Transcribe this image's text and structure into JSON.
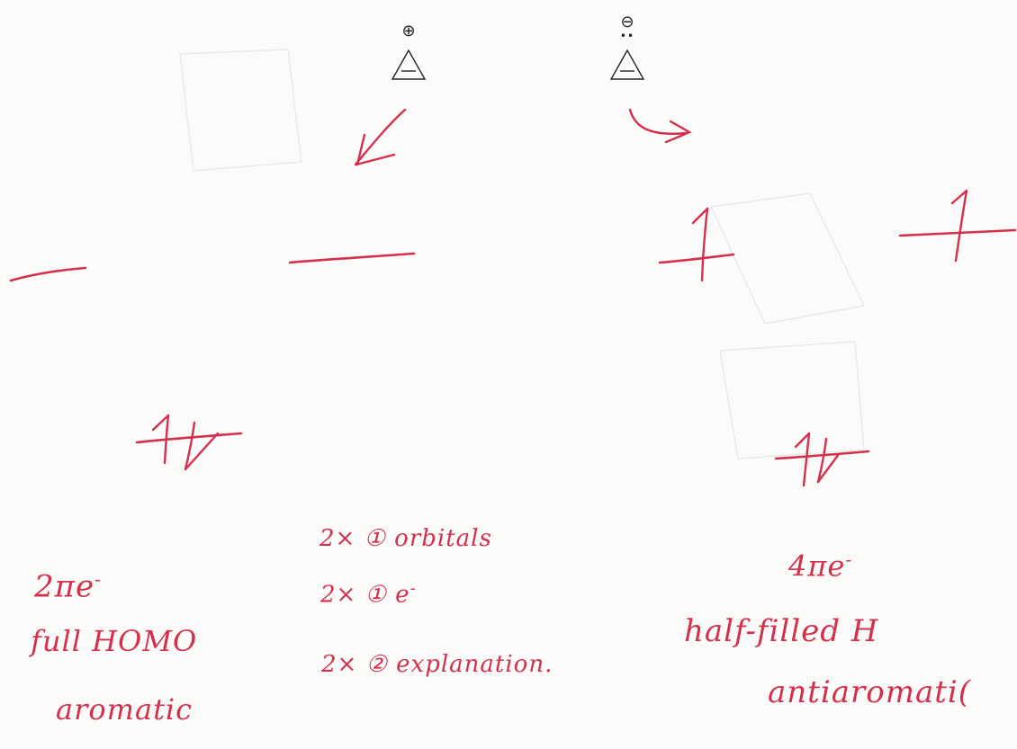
{
  "colors": {
    "ink_red": "#d4304c",
    "ink_black": "#222222",
    "paper": "#fbfbfa"
  },
  "cation": {
    "charge": "⊕",
    "ring_label": "cyclopropenyl cation symbol"
  },
  "anion": {
    "charge": "⊖",
    "lone_pair": "••"
  },
  "left_notes": {
    "electrons_main": "2πe",
    "electrons_sup": "-",
    "homo": "full HOMO",
    "verdict": "aromatic"
  },
  "middle_notes": {
    "line1": "2× ① orbitals",
    "line2_main": "2× ① e",
    "line2_sup": "-",
    "line3": "2× ② explanation."
  },
  "right_notes": {
    "electrons_main": "4πe",
    "electrons_sup": "-",
    "homo": "half-filled H",
    "verdict": "antiaromati("
  }
}
